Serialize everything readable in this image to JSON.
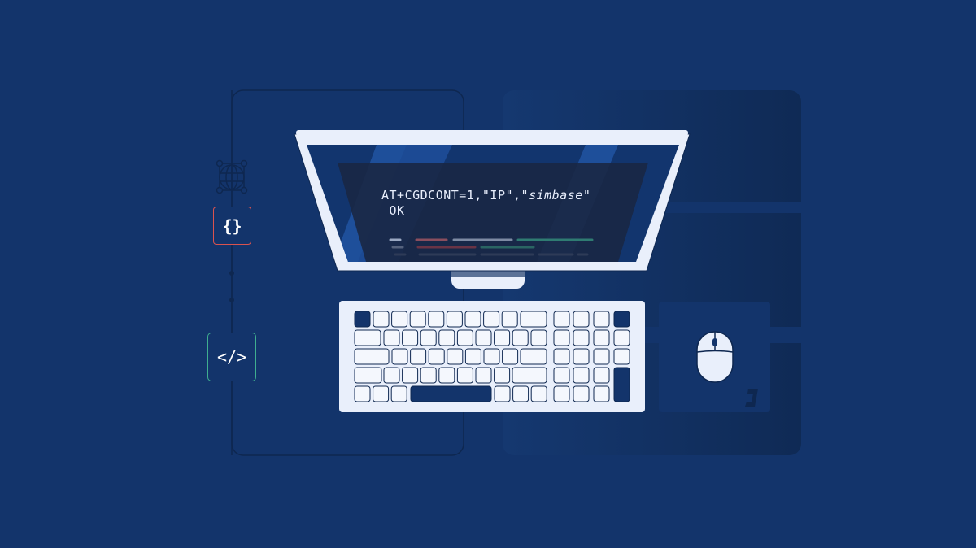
{
  "terminal": {
    "command_prefix": "AT+CGDCONT=1,\"IP\",\"",
    "command_apn": "simbase",
    "command_suffix": "\"",
    "response": "OK"
  },
  "icons": {
    "globe": "globe-icon",
    "braces": "{}",
    "code": "</>",
    "logo": "simbase-logo"
  },
  "colors": {
    "background": "#13346b",
    "accent_red": "#d9534f",
    "accent_green": "#3fae8f",
    "device_light": "#e9effb",
    "key_dark": "#13346b"
  }
}
